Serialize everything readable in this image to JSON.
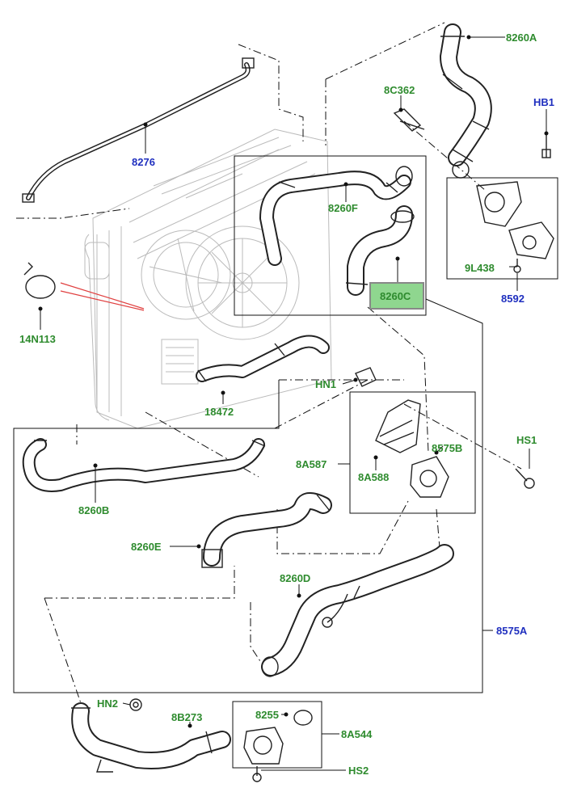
{
  "labels": {
    "p8260A": "8260A",
    "p8C362": "8C362",
    "pHB1": "HB1",
    "p8276": "8276",
    "p8260F": "8260F",
    "p8260C": "8260C",
    "p9L438": "9L438",
    "p8592": "8592",
    "p14N113": "14N113",
    "pHN1": "HN1",
    "p18472": "18472",
    "pHS1": "HS1",
    "p8A587": "8A587",
    "p8575B": "8575B",
    "p8A588": "8A588",
    "p8260B": "8260B",
    "p8260E": "8260E",
    "p8260D": "8260D",
    "p8575A": "8575A",
    "pHN2": "HN2",
    "p8B273": "8B273",
    "p8255": "8255",
    "p8A544": "8A544",
    "pHS2": "HS2"
  },
  "colors": {
    "label_green": "#2e8b2e",
    "label_blue": "#1f2fbf",
    "highlight_fill": "#8fd68f",
    "highlight_border": "#888888",
    "red_pointer": "#e04040"
  },
  "highlighted_part": "8260C"
}
